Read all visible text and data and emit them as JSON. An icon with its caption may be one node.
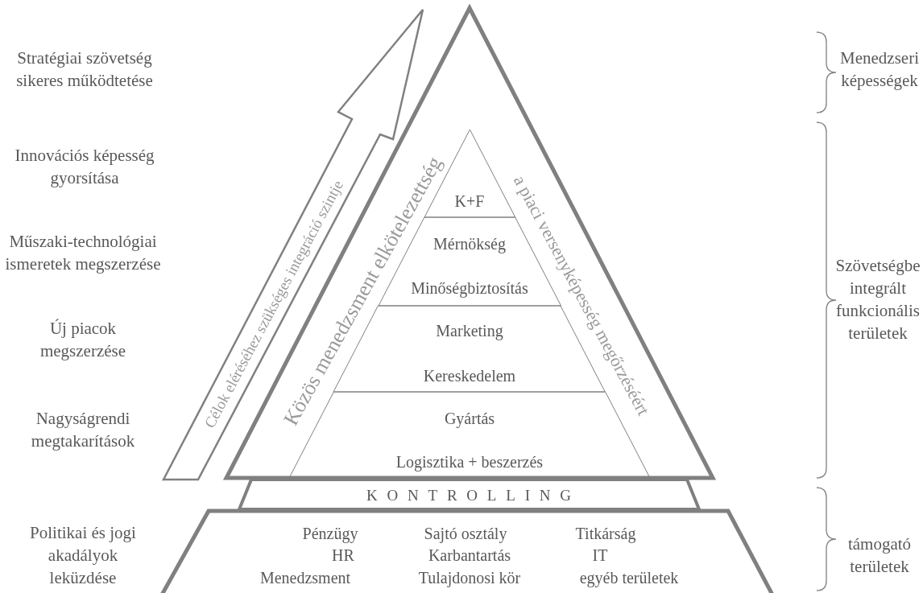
{
  "diagram": {
    "nodes": [
      {
        "text": [
          "Közös menedzsment elkötelezettség",
          "a piaci versenyképesség megőrzéséért"
        ]
      },
      {
        "text": [
          "K+F"
        ],
        "in": 0
      },
      {
        "text": [
          "Mérnökség",
          "Minőségbiztosítás"
        ],
        "in": 0
      },
      {
        "text": [
          "Marketing",
          "Kereskedelem"
        ],
        "in": 0
      },
      {
        "text": [
          "Gyártás",
          "Logisztika + beszerzés"
        ],
        "in": 0
      },
      {
        "text": [
          "KONTROLLING"
        ]
      },
      {
        "text": [
          "Pénzügy",
          "HR",
          "Menedzsment",
          "Sajtó osztály",
          "Karbantartás",
          "Tulajdonosi kör",
          "Titkárság",
          "IT",
          "egyéb területek"
        ]
      },
      {
        "text": [
          "Célok eléréséhez szükséges integráció szintje"
        ]
      }
    ],
    "labels": [
      "Stratégiai szövetség sikeres működtetése",
      "Menedzseri képességek",
      "Innovációs képesség gyorsítása",
      "Műszaki-technológiai ismeretek megszerzése",
      "Szövetségbe integrált funkcionális területek",
      "Új piacok megszerzése",
      "Nagyságrendi megtakarítások",
      "Politikai és jogi akadályok leküzdése",
      "támogató területek"
    ]
  }
}
